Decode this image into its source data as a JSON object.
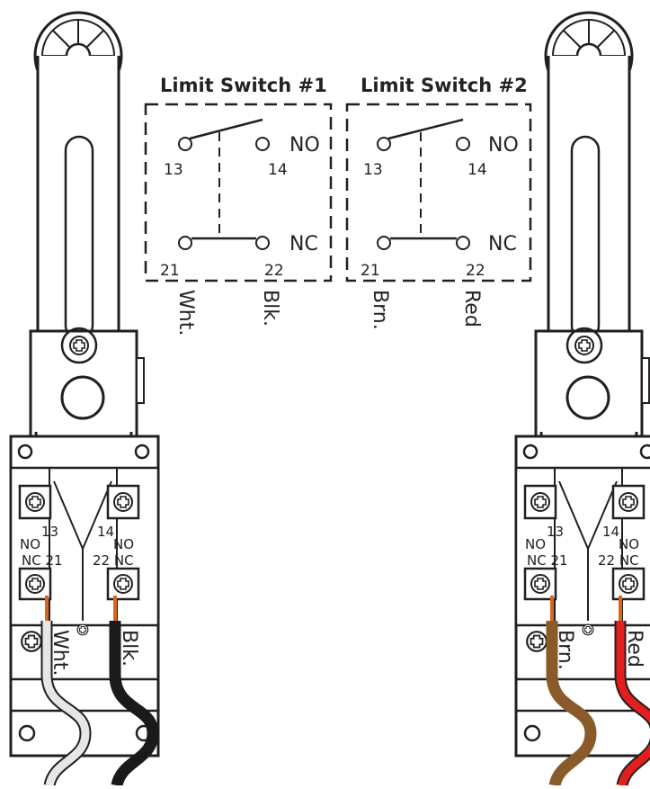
{
  "switch1": {
    "title": "Limit Switch #1",
    "no_label": "NO",
    "nc_label": "NC",
    "term_13": "13",
    "term_14": "14",
    "term_21": "21",
    "term_22": "22",
    "wire_left": "Wht.",
    "wire_right": "Blk."
  },
  "switch2": {
    "title": "Limit Switch #2",
    "no_label": "NO",
    "nc_label": "NC",
    "term_13": "13",
    "term_14": "14",
    "term_21": "21",
    "term_22": "22",
    "wire_left": "Brn.",
    "wire_right": "Red"
  },
  "device_left": {
    "terminal_no_left": "NO",
    "terminal_13": "13",
    "terminal_14": "14",
    "terminal_no_right": "NO",
    "terminal_nc_left": "NC 21",
    "terminal_22_nc": "22 NC",
    "wire_white": "Wht.",
    "wire_black": "Blk."
  },
  "device_right": {
    "terminal_no_left": "NO",
    "terminal_13": "13",
    "terminal_14": "14",
    "terminal_no_right": "NO",
    "terminal_nc_left": "NC 21",
    "terminal_22_nc": "22 NC",
    "wire_brown": "Brn.",
    "wire_red": "Red"
  },
  "colors": {
    "outline": "#231f20",
    "white_wire": "#e6e6e6",
    "black_wire": "#1a1a1a",
    "brown_wire": "#8a5a2b",
    "red_wire": "#e41d1d",
    "copper": "#d9661f"
  }
}
